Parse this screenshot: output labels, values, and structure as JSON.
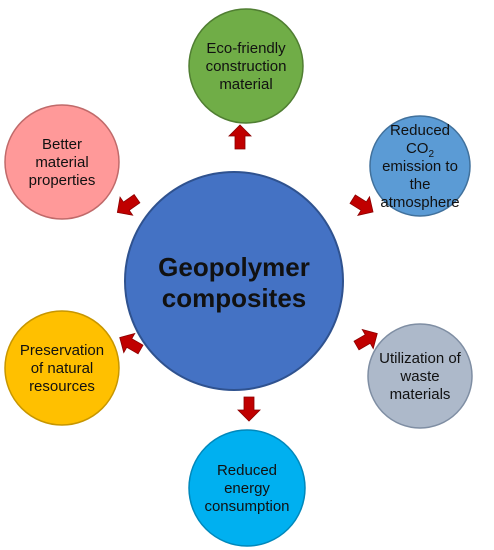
{
  "center": {
    "label_lines": [
      "Geopolymer",
      "composites"
    ],
    "fill": "#4472c4",
    "stroke": "#2f528f"
  },
  "arrow_color": "#c00000",
  "nodes": [
    {
      "id": "eco-friendly",
      "lines": [
        "Eco-friendly",
        "construction",
        "material"
      ],
      "fill": "#70ad47",
      "stroke": "#507e32"
    },
    {
      "id": "reduced-co2",
      "lines": [
        "Reduced",
        "CO2",
        "emission to",
        "the",
        "atmosphere"
      ],
      "fill": "#5b9bd5",
      "stroke": "#41719c"
    },
    {
      "id": "utilization-waste",
      "lines": [
        "Utilization of",
        "waste",
        "materials"
      ],
      "fill": "#adb9ca",
      "stroke": "#7f8ea3"
    },
    {
      "id": "reduced-energy",
      "lines": [
        "Reduced",
        "energy",
        "consumption"
      ],
      "fill": "#00b0f0",
      "stroke": "#0088bb"
    },
    {
      "id": "preservation",
      "lines": [
        "Preservation",
        "of natural",
        "resources"
      ],
      "fill": "#ffc000",
      "stroke": "#c79600"
    },
    {
      "id": "better-properties",
      "lines": [
        "Better",
        "material",
        "properties"
      ],
      "fill": "#ff9999",
      "stroke": "#c06a6a"
    }
  ]
}
